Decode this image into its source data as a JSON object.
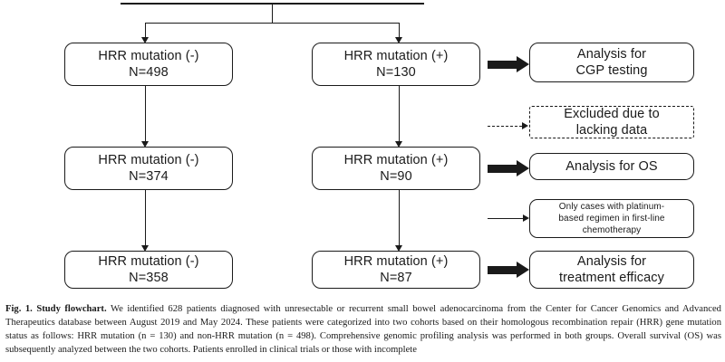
{
  "figure": {
    "label": "Fig. 1.",
    "title": "Study flowchart.",
    "caption": "We identified 628 patients diagnosed with unresectable or recurrent small bowel adenocarcinoma from the Center for Cancer Genomics and Advanced Therapeutics database between August 2019 and May 2024. These patients were categorized into two cohorts based on their homologous recombination repair (HRR) gene mutation status as follows: HRR mutation (n = 130) and non-HRR mutation (n = 498). Comprehensive genomic profiling analysis was performed in both groups. Overall survival (OS) was subsequently analyzed between the two cohorts. Patients enrolled in clinical trials or those with incomplete"
  },
  "colors": {
    "stroke": "#1a1a1a",
    "background": "#ffffff"
  },
  "flowchart": {
    "rows": [
      {
        "id": "row-1",
        "left_box": {
          "title": "HRR mutation (-)",
          "count": "N=498"
        },
        "mid_box": {
          "title": "HRR mutation (+)",
          "count": "N=130"
        },
        "outcome": {
          "line1": "Analysis for",
          "line2": "CGP testing",
          "arrow": "thick"
        }
      },
      {
        "id": "row-2",
        "left_box": {
          "title": "HRR mutation (-)",
          "count": "N=374"
        },
        "mid_box": {
          "title": "HRR mutation (+)",
          "count": "N=90"
        },
        "outcome": {
          "line1": "Analysis for OS",
          "line2": "",
          "arrow": "thick"
        }
      },
      {
        "id": "row-3",
        "left_box": {
          "title": "HRR mutation (-)",
          "count": "N=358"
        },
        "mid_box": {
          "title": "HRR mutation (+)",
          "count": "N=87"
        },
        "outcome": {
          "line1": "Analysis for",
          "line2": "treatment efficacy",
          "arrow": "thick"
        }
      }
    ],
    "side_notes": [
      {
        "id": "excluded-note",
        "line1": "Excluded due to",
        "line2": "lacking data",
        "style": "dashed",
        "arrow": "dashed"
      },
      {
        "id": "platinum-note",
        "line1": "Only cases with platinum-",
        "line2": "based regimen in first-line",
        "line3": "chemotherapy",
        "style": "solid-small",
        "arrow": "thin"
      }
    ]
  }
}
